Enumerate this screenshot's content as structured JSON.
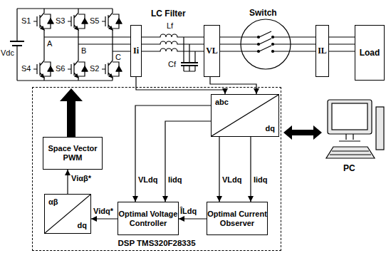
{
  "diagram": {
    "nodes": [
      {
        "text": [
          "Ii"
        ]
      },
      {
        "text": [
          "VL"
        ]
      },
      {
        "text": [
          "IL"
        ]
      },
      {
        "text": [
          "Load"
        ]
      },
      {
        "text": [
          "DSP TMS320F28335"
        ]
      },
      {
        "text": [
          "Space Vector PWM"
        ],
        "in": 4
      },
      {
        "text": [
          "αβ",
          "dq"
        ],
        "in": 4
      },
      {
        "text": [
          "Optimal Voltage Controller"
        ],
        "in": 4
      },
      {
        "text": [
          "Optimal Current Observer"
        ],
        "in": 4
      },
      {
        "text": [
          "abc",
          "dq"
        ],
        "in": 4
      }
    ],
    "edges": [
      {
        "from": 6,
        "to": 5,
        "arrow": "to",
        "label": "Viαβ*"
      },
      {
        "from": 7,
        "to": 6,
        "arrow": "to",
        "label": "Vidq*"
      },
      {
        "from": 8,
        "to": 7,
        "arrow": "to",
        "label": "ÎLdq"
      },
      {
        "from": 9,
        "to": 7,
        "arrow": "to",
        "label": "VLdq"
      },
      {
        "from": 9,
        "to": 7,
        "arrow": "to",
        "label": "Iidq"
      },
      {
        "from": 9,
        "to": 8,
        "arrow": "to",
        "label": "VLdq"
      },
      {
        "from": 9,
        "to": 8,
        "arrow": "to",
        "label": "Iidq"
      },
      {
        "from": 0,
        "to": 9,
        "arrow": "to"
      },
      {
        "from": 1,
        "to": 9,
        "arrow": "to"
      }
    ],
    "labels": [
      "S1",
      "S3",
      "S5",
      "S4",
      "S6",
      "S2",
      "A",
      "B",
      "C",
      "Vdc",
      "LC Filter",
      "Lf",
      "Cf",
      "Switch",
      "PC"
    ]
  }
}
